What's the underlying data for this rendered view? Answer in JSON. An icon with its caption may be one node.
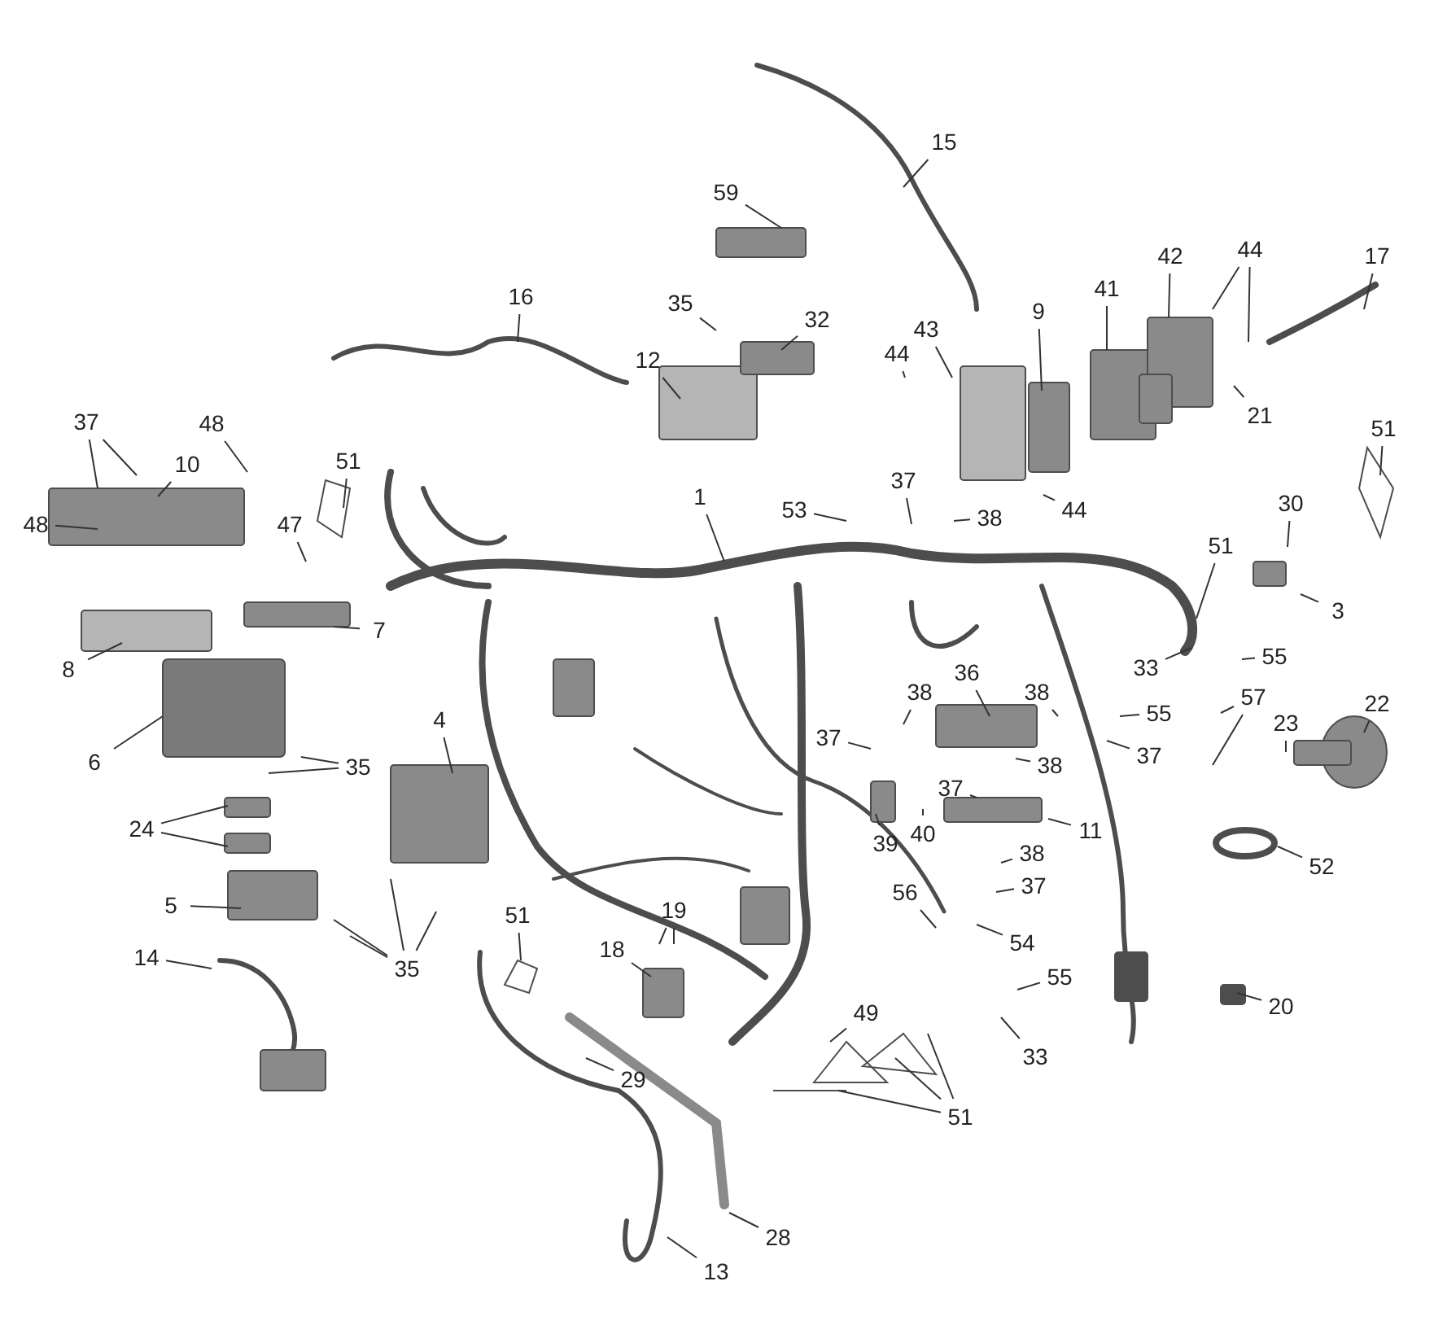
{
  "diagram": {
    "nodes": [
      {
        "text": [
          "15"
        ]
      },
      {
        "text": [
          "59"
        ]
      },
      {
        "text": [
          "44"
        ]
      },
      {
        "text": [
          "17"
        ]
      },
      {
        "text": [
          "42"
        ]
      },
      {
        "text": [
          "41"
        ]
      },
      {
        "text": [
          "16"
        ]
      },
      {
        "text": [
          "35"
        ]
      },
      {
        "text": [
          "9"
        ]
      },
      {
        "text": [
          "32"
        ]
      },
      {
        "text": [
          "43"
        ]
      },
      {
        "text": [
          "44"
        ]
      },
      {
        "text": [
          "12"
        ]
      },
      {
        "text": [
          "21"
        ]
      },
      {
        "text": [
          "37"
        ]
      },
      {
        "text": [
          "51"
        ]
      },
      {
        "text": [
          "48"
        ]
      },
      {
        "text": [
          "10"
        ]
      },
      {
        "text": [
          "51"
        ]
      },
      {
        "text": [
          "37"
        ]
      },
      {
        "text": [
          "1"
        ]
      },
      {
        "text": [
          "30"
        ]
      },
      {
        "text": [
          "53"
        ]
      },
      {
        "text": [
          "44"
        ]
      },
      {
        "text": [
          "38"
        ]
      },
      {
        "text": [
          "47"
        ]
      },
      {
        "text": [
          "48"
        ]
      },
      {
        "text": [
          "51"
        ]
      },
      {
        "text": [
          "3"
        ]
      },
      {
        "text": [
          "7"
        ]
      },
      {
        "text": [
          "55"
        ]
      },
      {
        "text": [
          "33"
        ]
      },
      {
        "text": [
          "8"
        ]
      },
      {
        "text": [
          "36"
        ]
      },
      {
        "text": [
          "38"
        ]
      },
      {
        "text": [
          "38"
        ]
      },
      {
        "text": [
          "57"
        ]
      },
      {
        "text": [
          "22"
        ]
      },
      {
        "text": [
          "55"
        ]
      },
      {
        "text": [
          "4"
        ]
      },
      {
        "text": [
          "23"
        ]
      },
      {
        "text": [
          "37"
        ]
      },
      {
        "text": [
          "37"
        ]
      },
      {
        "text": [
          "6"
        ]
      },
      {
        "text": [
          "35"
        ]
      },
      {
        "text": [
          "38"
        ]
      },
      {
        "text": [
          "37"
        ]
      },
      {
        "text": [
          "11"
        ]
      },
      {
        "text": [
          "24"
        ]
      },
      {
        "text": [
          "40"
        ]
      },
      {
        "text": [
          "39"
        ]
      },
      {
        "text": [
          "38"
        ]
      },
      {
        "text": [
          "52"
        ]
      },
      {
        "text": [
          "37"
        ]
      },
      {
        "text": [
          "56"
        ]
      },
      {
        "text": [
          "5"
        ]
      },
      {
        "text": [
          "19"
        ]
      },
      {
        "text": [
          "51"
        ]
      },
      {
        "text": [
          "54"
        ]
      },
      {
        "text": [
          "18"
        ]
      },
      {
        "text": [
          "14"
        ]
      },
      {
        "text": [
          "35"
        ]
      },
      {
        "text": [
          "55"
        ]
      },
      {
        "text": [
          "20"
        ]
      },
      {
        "text": [
          "49"
        ]
      },
      {
        "text": [
          "33"
        ]
      },
      {
        "text": [
          "29"
        ]
      },
      {
        "text": [
          "51"
        ]
      },
      {
        "text": [
          "28"
        ]
      },
      {
        "text": [
          "13"
        ]
      }
    ],
    "edges": [
      {
        "from": 0,
        "to": null,
        "arrow": "none"
      },
      {
        "from": 1,
        "to": null,
        "arrow": "none"
      },
      {
        "from": 2,
        "to": null,
        "arrow": "none"
      },
      {
        "from": 2,
        "to": null,
        "arrow": "none"
      },
      {
        "from": 3,
        "to": null,
        "arrow": "none"
      },
      {
        "from": 4,
        "to": null,
        "arrow": "none"
      },
      {
        "from": 5,
        "to": null,
        "arrow": "none"
      },
      {
        "from": 6,
        "to": null,
        "arrow": "none"
      },
      {
        "from": 7,
        "to": null,
        "arrow": "none"
      },
      {
        "from": 8,
        "to": null,
        "arrow": "none"
      },
      {
        "from": 9,
        "to": null,
        "arrow": "none"
      },
      {
        "from": 10,
        "to": null,
        "arrow": "none"
      },
      {
        "from": 11,
        "to": null,
        "arrow": "none"
      },
      {
        "from": 12,
        "to": null,
        "arrow": "none"
      },
      {
        "from": 13,
        "to": null,
        "arrow": "none"
      },
      {
        "from": 14,
        "to": null,
        "arrow": "none"
      },
      {
        "from": 14,
        "to": null,
        "arrow": "none"
      },
      {
        "from": 15,
        "to": null,
        "arrow": "none"
      },
      {
        "from": 16,
        "to": null,
        "arrow": "none"
      },
      {
        "from": 17,
        "to": null,
        "arrow": "none"
      },
      {
        "from": 18,
        "to": null,
        "arrow": "none"
      },
      {
        "from": 19,
        "to": null,
        "arrow": "none"
      },
      {
        "from": 20,
        "to": null,
        "arrow": "none"
      },
      {
        "from": 21,
        "to": null,
        "arrow": "none"
      },
      {
        "from": 22,
        "to": null,
        "arrow": "none"
      },
      {
        "from": 23,
        "to": null,
        "arrow": "none"
      },
      {
        "from": 24,
        "to": null,
        "arrow": "none"
      },
      {
        "from": 25,
        "to": null,
        "arrow": "none"
      },
      {
        "from": 26,
        "to": null,
        "arrow": "none"
      },
      {
        "from": 27,
        "to": null,
        "arrow": "none"
      },
      {
        "from": 28,
        "to": null,
        "arrow": "none"
      },
      {
        "from": 29,
        "to": null,
        "arrow": "none"
      },
      {
        "from": 30,
        "to": null,
        "arrow": "none"
      },
      {
        "from": 31,
        "to": null,
        "arrow": "none"
      },
      {
        "from": 32,
        "to": null,
        "arrow": "none"
      },
      {
        "from": 33,
        "to": null,
        "arrow": "none"
      },
      {
        "from": 34,
        "to": null,
        "arrow": "none"
      },
      {
        "from": 35,
        "to": null,
        "arrow": "none"
      },
      {
        "from": 36,
        "to": null,
        "arrow": "none"
      },
      {
        "from": 36,
        "to": null,
        "arrow": "none"
      },
      {
        "from": 37,
        "to": null,
        "arrow": "none"
      },
      {
        "from": 38,
        "to": null,
        "arrow": "none"
      },
      {
        "from": 39,
        "to": null,
        "arrow": "none"
      },
      {
        "from": 40,
        "to": null,
        "arrow": "none"
      },
      {
        "from": 41,
        "to": null,
        "arrow": "none"
      },
      {
        "from": 42,
        "to": null,
        "arrow": "none"
      },
      {
        "from": 43,
        "to": null,
        "arrow": "none"
      },
      {
        "from": 44,
        "to": null,
        "arrow": "none"
      },
      {
        "from": 44,
        "to": null,
        "arrow": "none"
      },
      {
        "from": 45,
        "to": null,
        "arrow": "none"
      },
      {
        "from": 46,
        "to": null,
        "arrow": "none"
      },
      {
        "from": 47,
        "to": null,
        "arrow": "none"
      },
      {
        "from": 48,
        "to": null,
        "arrow": "none"
      },
      {
        "from": 48,
        "to": null,
        "arrow": "none"
      },
      {
        "from": 49,
        "to": null,
        "arrow": "none"
      },
      {
        "from": 50,
        "to": null,
        "arrow": "none"
      },
      {
        "from": 51,
        "to": null,
        "arrow": "none"
      },
      {
        "from": 52,
        "to": null,
        "arrow": "none"
      },
      {
        "from": 53,
        "to": null,
        "arrow": "none"
      },
      {
        "from": 54,
        "to": null,
        "arrow": "none"
      },
      {
        "from": 55,
        "to": null,
        "arrow": "none"
      },
      {
        "from": 56,
        "to": null,
        "arrow": "none"
      },
      {
        "from": 56,
        "to": null,
        "arrow": "none"
      },
      {
        "from": 57,
        "to": null,
        "arrow": "none"
      },
      {
        "from": 58,
        "to": null,
        "arrow": "none"
      },
      {
        "from": 59,
        "to": null,
        "arrow": "none"
      },
      {
        "from": 60,
        "to": null,
        "arrow": "none"
      },
      {
        "from": 61,
        "to": null,
        "arrow": "none"
      },
      {
        "from": 61,
        "to": null,
        "arrow": "none"
      },
      {
        "from": 61,
        "to": null,
        "arrow": "none"
      },
      {
        "from": 61,
        "to": null,
        "arrow": "none"
      },
      {
        "from": 62,
        "to": null,
        "arrow": "none"
      },
      {
        "from": 63,
        "to": null,
        "arrow": "none"
      },
      {
        "from": 64,
        "to": null,
        "arrow": "none"
      },
      {
        "from": 65,
        "to": null,
        "arrow": "none"
      },
      {
        "from": 66,
        "to": null,
        "arrow": "none"
      },
      {
        "from": 67,
        "to": null,
        "arrow": "none"
      },
      {
        "from": 67,
        "to": null,
        "arrow": "none"
      },
      {
        "from": 67,
        "to": null,
        "arrow": "none"
      },
      {
        "from": 68,
        "to": null,
        "arrow": "none"
      },
      {
        "from": 69,
        "to": null,
        "arrow": "none"
      }
    ]
  }
}
